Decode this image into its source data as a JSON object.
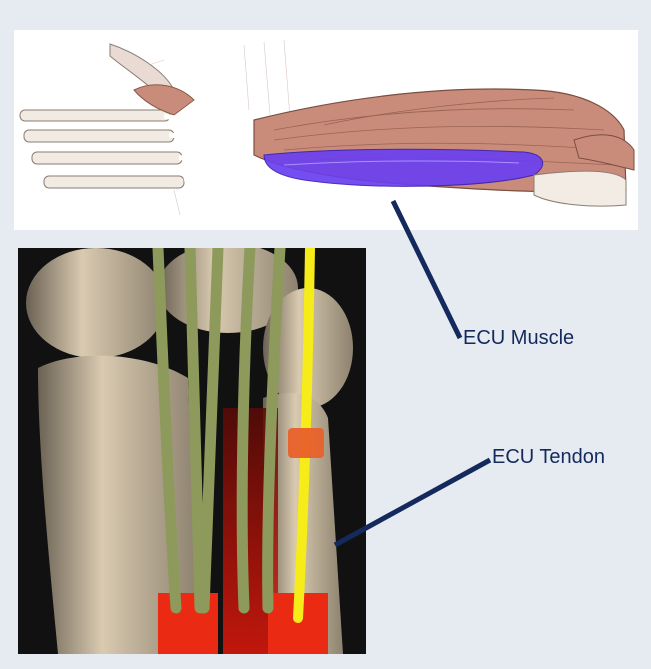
{
  "labels": {
    "muscle": "ECU Muscle",
    "tendon": "ECU Tendon"
  },
  "colors": {
    "background": "#e6eaf1",
    "leader_line": "#142a5c",
    "muscle_fill": "#c98c7a",
    "highlighted_muscle": "#6a3ff0",
    "tendon_highlight": "#f5ec1a",
    "tendon_green": "#8d9a5c",
    "bone": "#d9cab0",
    "marker": "#e8612a"
  },
  "figures": {
    "top": "anatomical-illustration-forearm-extensor-muscles",
    "bottom": "3d-render-wrist-extensor-tendons"
  }
}
